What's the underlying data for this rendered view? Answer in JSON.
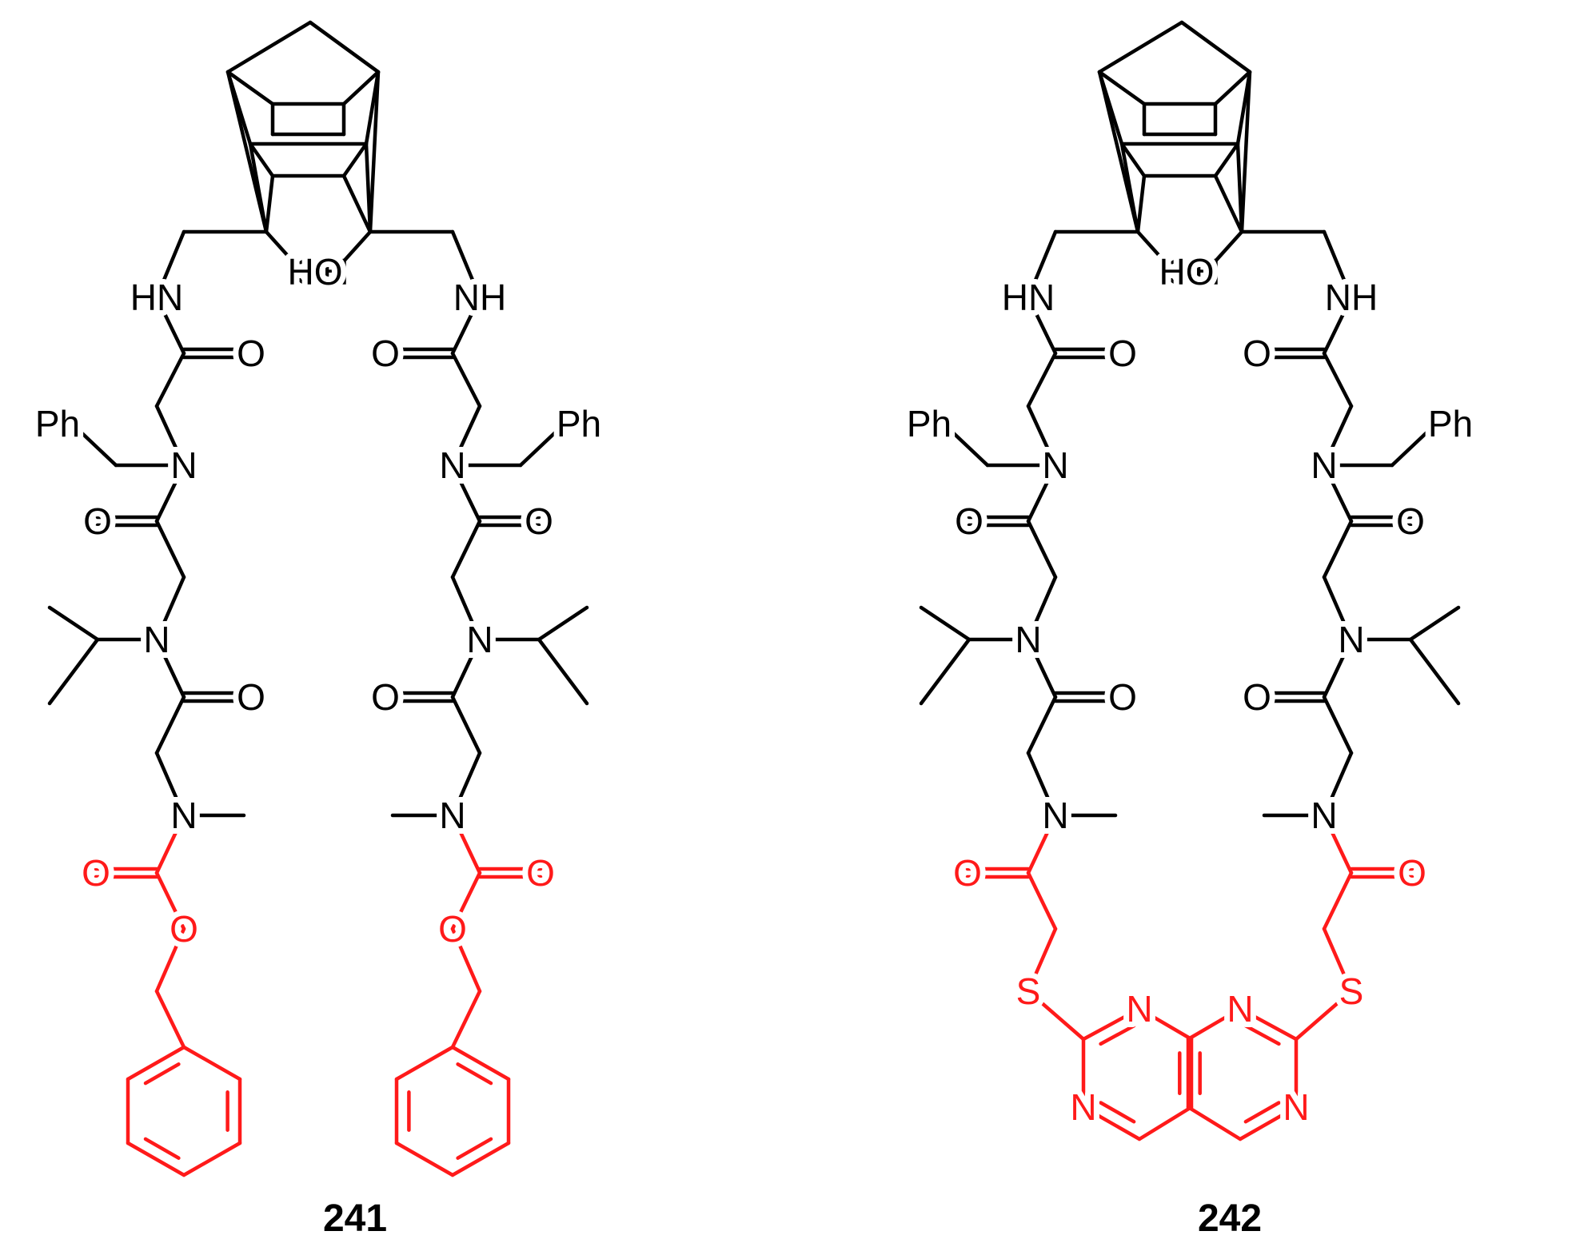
{
  "colors": {
    "core": "#000000",
    "highlight": "#ff1a1a",
    "background": "#ffffff"
  },
  "atom_labels": {
    "oh": "OH",
    "ho": "HO",
    "hn": "HN",
    "nh": "NH",
    "o": "O",
    "n": "N",
    "ph": "Ph",
    "s": "S"
  },
  "compounds": [
    {
      "label": "241",
      "cap_group": "benzyl carbamate"
    },
    {
      "label": "242",
      "cap_group": "(pyrimidin-2-ylthio)acetyl"
    }
  ]
}
